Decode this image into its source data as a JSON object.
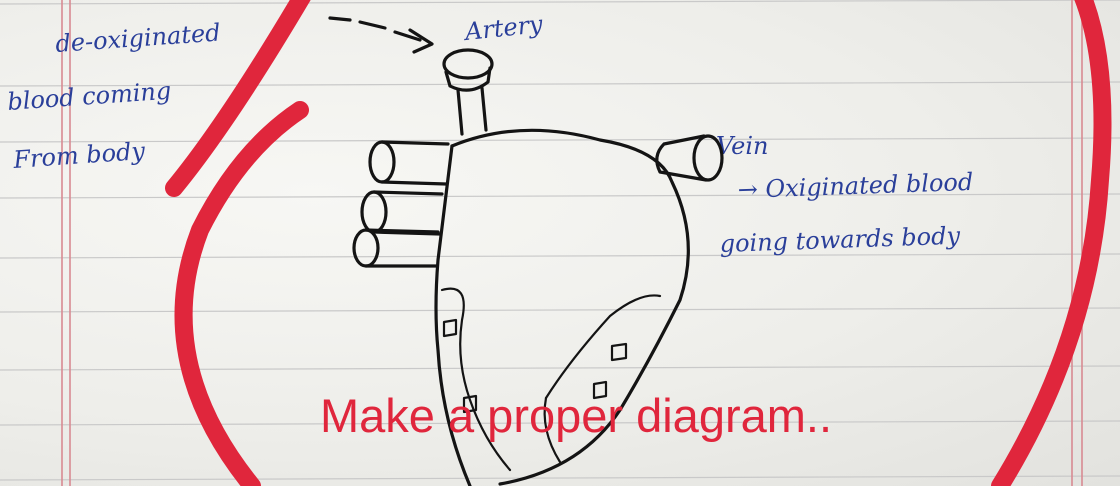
{
  "labels": {
    "artery": "Artery",
    "vein": "Vein",
    "left_line1": "de-oxiginated",
    "left_line2": "blood coming",
    "left_line3": "From body",
    "right_line1": "→ Oxiginated blood",
    "right_line2": "going towards body"
  },
  "overlay_text": "Make a proper diagram..",
  "colors": {
    "ink": "#2a3f9a",
    "annotation": "#e0263c",
    "paper": "#efefec"
  }
}
